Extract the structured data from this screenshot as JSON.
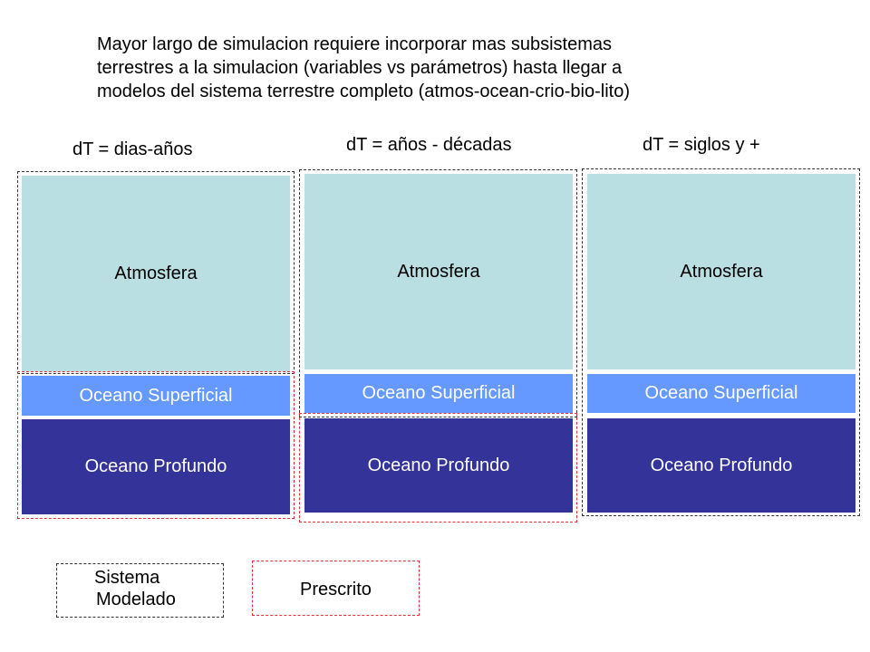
{
  "intro": {
    "lines": [
      "Mayor largo de simulacion requiere incorporar mas subsistemas",
      "terrestres a la simulacion (variables vs parámetros) hasta llegar a",
      "modelos del sistema terrestre completo (atmos-ocean-crio-bio-lito)"
    ]
  },
  "columns": [
    {
      "label": "dT = dias-años",
      "atmosphere": "Atmosfera",
      "surface_ocean": "Oceano Superficial",
      "deep_ocean": "Oceano Profundo"
    },
    {
      "label": "dT = años - décadas",
      "atmosphere": "Atmosfera",
      "surface_ocean": "Oceano Superficial",
      "deep_ocean": "Oceano Profundo"
    },
    {
      "label": "dT = siglos y +",
      "atmosphere": "Atmosfera",
      "surface_ocean": "Oceano Superficial",
      "deep_ocean": "Oceano Profundo"
    }
  ],
  "legend": {
    "modeled_line1": "Sistema",
    "modeled_line2": "Modelado",
    "prescribed": "Prescrito"
  },
  "colors": {
    "atmosphere": "#b9dfe2",
    "surface_ocean": "#6699ff",
    "deep_ocean": "#333399",
    "modeled_border": "#333333",
    "prescribed_border": "#e0303a"
  }
}
